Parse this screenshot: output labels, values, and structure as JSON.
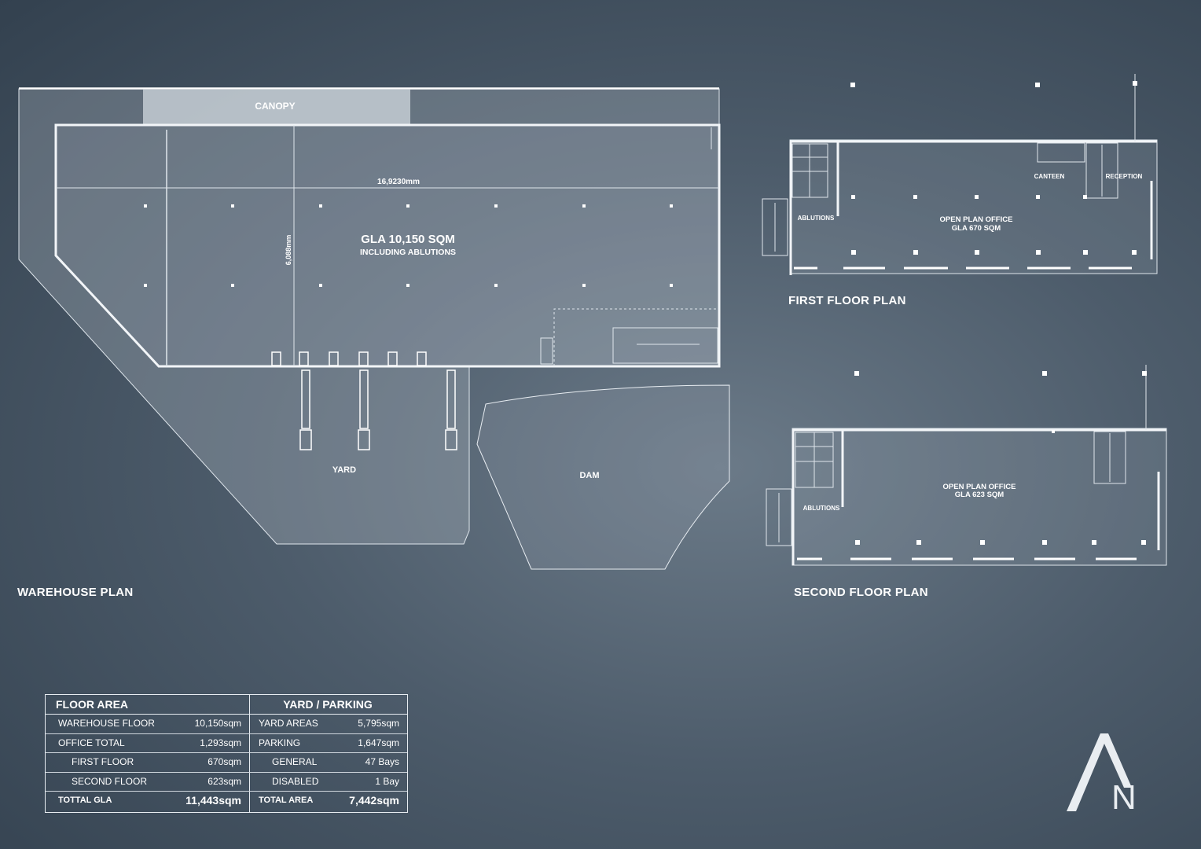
{
  "warehouse": {
    "title": "WAREHOUSE PLAN",
    "canopy": "CANOPY",
    "dim_width": "16,9230mm",
    "dim_depth": "6,088mm",
    "gla": "GLA 10,150 SQM",
    "gla_sub": "INCLUDING ABLUTIONS",
    "yard": "YARD",
    "dam": "DAM"
  },
  "first_floor": {
    "title": "FIRST FLOOR PLAN",
    "ablutions": "ABLUTIONS",
    "canteen": "CANTEEN",
    "reception": "RECEPTION",
    "office": "OPEN PLAN OFFICE",
    "gla": "GLA 670 SQM"
  },
  "second_floor": {
    "title": "SECOND FLOOR PLAN",
    "ablutions": "ABLUTIONS",
    "office": "OPEN PLAN OFFICE",
    "gla": "GLA 623 SQM"
  },
  "floor_area": {
    "header": "FLOOR AREA",
    "rows": [
      {
        "label": "WAREHOUSE FLOOR",
        "value": "10,150sqm"
      },
      {
        "label": "OFFICE TOTAL",
        "value": "1,293sqm"
      },
      {
        "label": "FIRST FLOOR",
        "value": "670sqm"
      },
      {
        "label": "SECOND FLOOR",
        "value": "623sqm"
      }
    ],
    "total_label": "TOTTAL GLA",
    "total_value": "11,443sqm"
  },
  "yard_parking": {
    "header": "YARD / PARKING",
    "rows": [
      {
        "label": "YARD AREAS",
        "value": "5,795sqm"
      },
      {
        "label": "PARKING",
        "value": "1,647sqm"
      },
      {
        "label": "GENERAL",
        "value": "47 Bays"
      },
      {
        "label": "DISABLED",
        "value": "1 Bay"
      }
    ],
    "total_label": "TOTAL AREA",
    "total_value": "7,442sqm"
  },
  "logo": {
    "letter": "N"
  },
  "colors": {
    "background": "#4d5c6b",
    "line": "#f2f5f8",
    "fill": "#8a98a6"
  }
}
